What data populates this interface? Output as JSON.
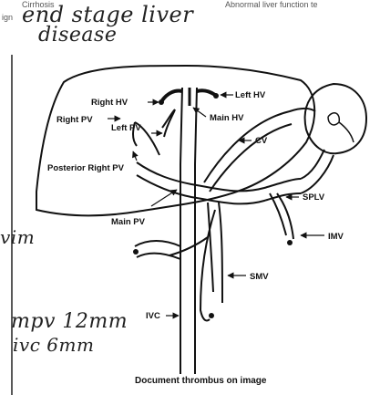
{
  "header": {
    "left_fragment": "ign",
    "cirrhosis_label": "Cirrhosis",
    "abnormal_lft_label": "Abnormal liver function te"
  },
  "handwriting": {
    "line1": "end stage liver",
    "line2": "disease",
    "left_margin": "vim",
    "mpv_note": "mpv 12mm",
    "ivc_note": "ivc 6mm"
  },
  "diagram": {
    "labels": {
      "right_hv": "Right HV",
      "left_hv": "Left HV",
      "main_hv": "Main HV",
      "left_pv": "Left PV",
      "right_pv": "Right PV",
      "posterior_right_pv": "Posterior Right PV",
      "cv": "CV",
      "splv": "SPLV",
      "main_pv": "Main PV",
      "imv": "IMV",
      "smv": "SMV",
      "ivc": "IVC"
    }
  },
  "caption": "Document thrombus on image"
}
